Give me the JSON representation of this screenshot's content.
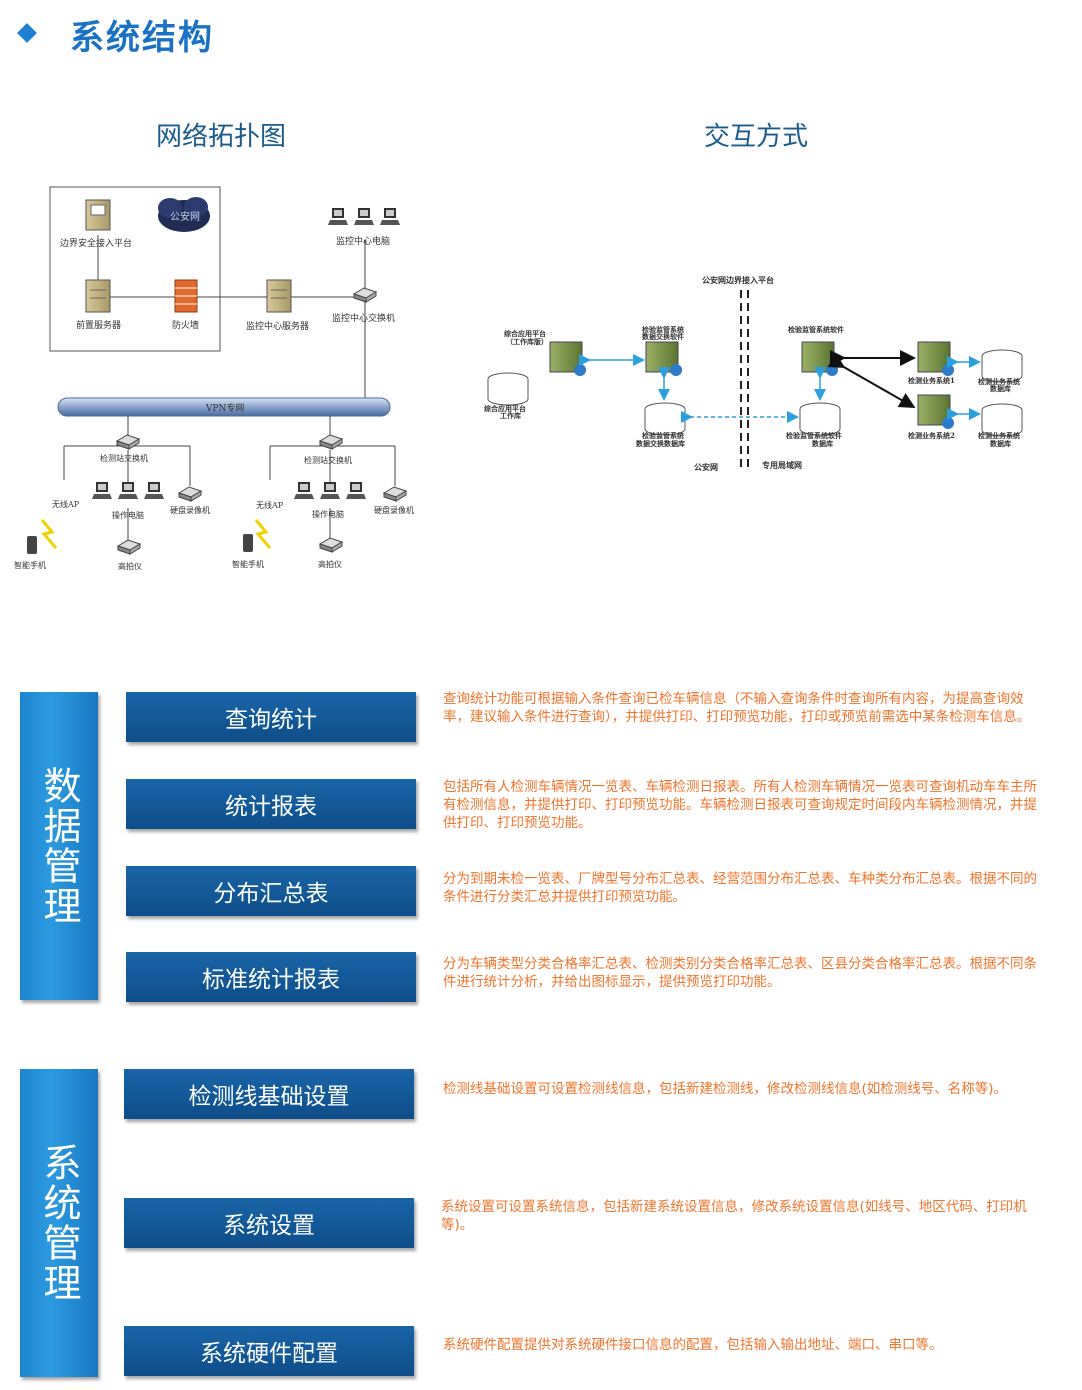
{
  "header": {
    "title": "系统结构"
  },
  "diagrams": {
    "topology": {
      "title": "网络拓扑图",
      "labels": {
        "border": "边界安全接入平台",
        "internet": "公安网",
        "front_server": "前置服务器",
        "firewall": "防火墙",
        "center_server": "监控中心服务器",
        "center_switch": "监控中心交换机",
        "center_pc": "监控中心电脑",
        "vpn": "VPN专网",
        "station_switch": "检测站交换机",
        "wireless_ap": "无线AP",
        "operator_pc": "操作电脑",
        "dvr": "硬盘录像机",
        "phone": "智能手机",
        "camera": "高拍仪"
      }
    },
    "interaction": {
      "title": "交互方式",
      "labels": {
        "border_platform": "公安网边界接入平台",
        "app_platform": "综合应用平台",
        "app_platform_sub": "（工作库版）",
        "exchange_software": "检验监管系统",
        "exchange_software_sub": "数据交换软件",
        "app_db": "综合应用平台",
        "app_db_sub": "工作库",
        "exchange_db": "检验监管系统",
        "exchange_db_sub": "数据交换数据库",
        "monitor_software": "检验监管系统软件",
        "monitor_db": "检验监管系统软件",
        "monitor_db_sub": "数据库",
        "biz1": "检测业务系统1",
        "biz1_db": "检测业务系统",
        "biz1_db_sub": "数据库",
        "biz2": "检测业务系统2",
        "biz2_db": "检测业务系统",
        "biz2_db_sub": "数据库",
        "public_net": "公安网",
        "private_net": "专用局域网"
      }
    }
  },
  "sections": [
    {
      "name": "数据管理",
      "items": [
        {
          "label": "查询统计",
          "desc": "查询统计功能可根据输入条件查询已检车辆信息（不输入查询条件时查询所有内容，为提高查询效率，建议输入条件进行查询），并提供打印、打印预览功能，打印或预览前需选中某条检测车信息。"
        },
        {
          "label": "统计报表",
          "desc": "包括所有人检测车辆情况一览表、车辆检测日报表。所有人检测车辆情况一览表可查询机动车车主所有检测信息，并提供打印、打印预览功能。车辆检测日报表可查询规定时间段内车辆检测情况，并提供打印、打印预览功能。"
        },
        {
          "label": "分布汇总表",
          "desc": "分为到期未检一览表、厂牌型号分布汇总表、经营范围分布汇总表、车种类分布汇总表。根据不同的条件进行分类汇总并提供打印预览功能。"
        },
        {
          "label": "标准统计报表",
          "desc": "分为车辆类型分类合格率汇总表、检测类别分类合格率汇总表、区县分类合格率汇总表。根据不同条件进行统计分析，并给出图标显示，提供预览打印功能。"
        }
      ]
    },
    {
      "name": "系统管理",
      "items": [
        {
          "label": "检测线基础设置",
          "desc": "检测线基础设置可设置检测线信息，包括新建检测线，修改检测线信息(如检测线号、名称等)。"
        },
        {
          "label": "系统设置",
          "desc": "系统设置可设置系统信息，包括新建系统设置信息，修改系统设置信息(如线号、地区代码、打印机等)。"
        },
        {
          "label": "系统硬件配置",
          "desc": "系统硬件配置提供对系统硬件接口信息的配置，包括输入输出地址、端口、串口等。"
        }
      ]
    }
  ],
  "colors": {
    "accent": "#1a72c6",
    "button": "#0e4d8a",
    "desc_text": "#f0752a"
  }
}
